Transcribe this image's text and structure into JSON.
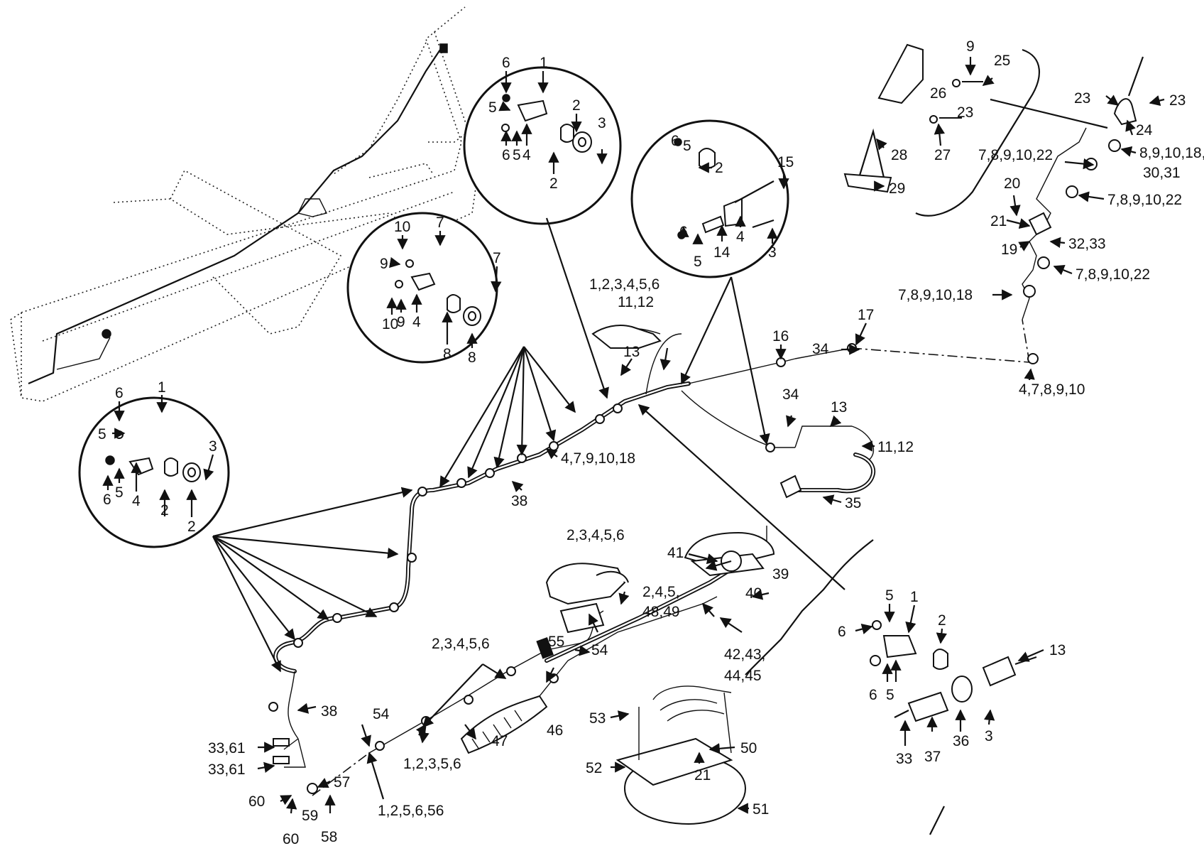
{
  "callouts": {
    "c01": "1",
    "c02": "6",
    "c03": "5",
    "c04": "4",
    "c05": "3",
    "c06": "2",
    "c07": "6",
    "c08": "5",
    "c09": "2",
    "c10": "7",
    "c11": "10",
    "c12": "9",
    "c13": "4",
    "c14": "7",
    "c15": "9",
    "c16": "10",
    "c17": "8",
    "c18": "8",
    "c19": "6",
    "c20": "5",
    "c21": "2",
    "c22": "15",
    "c23": "6",
    "c24": "5",
    "c25": "14",
    "c26": "4",
    "c27": "3",
    "c28": "9",
    "c29": "25",
    "c30": "26",
    "c31": "23",
    "c32": "27",
    "c33": "28",
    "c34": "29",
    "c35": "23",
    "c36": "23",
    "c37": "24",
    "c38": "8,9,10,18,",
    "c39": "30,31",
    "c40": "7,8,9,10,22",
    "c41": "7,8,9,10,22",
    "c42": "20",
    "c43": "21",
    "c44": "19",
    "c45": "32,33",
    "c46": "7,8,9,10,22",
    "c47": "7,8,9,10,18",
    "c48": "4,7,8,9,10",
    "c49": "1,2,3,4,5,6",
    "c50": "11,12",
    "c51": "13",
    "c52": "16",
    "c53": "34",
    "c54": "17",
    "c55": "34",
    "c56": "13",
    "c57": "11,12",
    "c58": "35",
    "c59": "4,7,9,10,18",
    "c60": "38",
    "c61": "6",
    "c62": "1",
    "c63": "5",
    "c64": "6",
    "c65": "5",
    "c66": "4",
    "c67": "3",
    "c68": "2",
    "c69": "2",
    "c70": "2,3,4,5,6",
    "c71": "41",
    "c72": "39",
    "c73": "40",
    "c74": "2,4,5,",
    "c75": "48,49",
    "c76": "55",
    "c77": "42,43,",
    "c78": "44,45",
    "c79": "54",
    "c80": "2,3,4,5,6",
    "c81": "38",
    "c82": "54",
    "c83": "33,61",
    "c84": "33,61",
    "c85": "1,2,3,5,6",
    "c86": "47",
    "c87": "46",
    "c88": "60",
    "c89": "57",
    "c90": "59",
    "c91": "60",
    "c92": "58",
    "c93": "1,2,5,6,56",
    "c94": "53",
    "c95": "50",
    "c96": "52",
    "c97": "21",
    "c98": "51",
    "c99": "5",
    "c100": "1",
    "c101": "6",
    "c102": "2",
    "c103": "13",
    "c104": "6",
    "c105": "5",
    "c106": "3",
    "c107": "33",
    "c108": "37",
    "c109": "36"
  }
}
